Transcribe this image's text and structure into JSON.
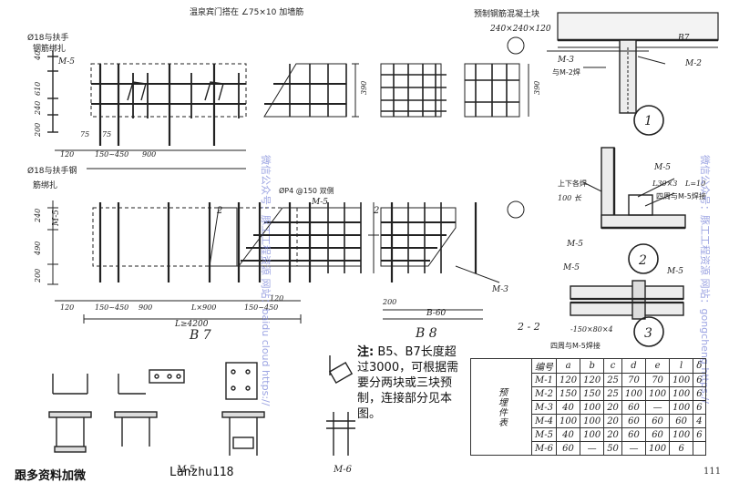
{
  "titles": {
    "top_center": "温泉宾门搭在 ∠75×10 加墙筋",
    "top_right_note": "预制钢筋混凝土块",
    "top_right_dim": "240×240×120"
  },
  "labels": {
    "rebar_a": "Ø18与扶手",
    "bind_a": "钢筋绑扎",
    "rebar_b": "Ø18与扶手钢",
    "bind_b": "筋绑扎",
    "phi4": "ØP4 @150 双侧",
    "weld_up": "上下各焊",
    "len100": "100 长",
    "weld_m5a": "四周与M-5焊接",
    "weld_m5b": "四周与M-5焊接",
    "m2_weld": "与M-2焊",
    "plate": "-150×80×4",
    "angle": "L30×3",
    "l10": "L=10"
  },
  "marks": {
    "m5": "M-5",
    "m3": "M-3",
    "m2": "M-2",
    "m6": "M-6",
    "b7": "B7",
    "b7_big": "B 7",
    "b8": "B 8",
    "b8_dim": "B-60",
    "c1": "1",
    "c2": "2",
    "c3": "3",
    "sec22": "2 - 2",
    "sec2": "2"
  },
  "dims": {
    "d120": "120",
    "d75a": "75",
    "d75b": "75",
    "d150_450a": "150~450",
    "d900a": "900",
    "d150_450b": "150~450",
    "d900b": "900",
    "dL900": "L×900",
    "dL4200": "L≥4200",
    "d200": "200",
    "d390a": "390",
    "d390b": "390",
    "d40": "40",
    "d610": "610",
    "d240": "240",
    "d200b": "200",
    "d240b": "240",
    "d490": "490",
    "d200c": "200",
    "d120b": "120",
    "d150_450c": "150~450",
    "d120c": "120",
    "d200d": "200"
  },
  "note": {
    "prefix": "注:",
    "text": "B5、B7长度超过3000，可根据需要分两块或三块预制，连接部分见本图。"
  },
  "table": {
    "side_label": "预埋件表",
    "headers": [
      "编号",
      "a",
      "b",
      "c",
      "d",
      "e",
      "l",
      "δ"
    ],
    "rows": [
      [
        "M-1",
        "120",
        "120",
        "25",
        "70",
        "70",
        "100",
        "6"
      ],
      [
        "M-2",
        "150",
        "150",
        "25",
        "100",
        "100",
        "100",
        "6"
      ],
      [
        "M-3",
        "40",
        "100",
        "20",
        "60",
        "—",
        "100",
        "6"
      ],
      [
        "M-4",
        "100",
        "100",
        "20",
        "60",
        "60",
        "60",
        "4"
      ],
      [
        "M-5",
        "40",
        "100",
        "20",
        "60",
        "60",
        "100",
        "6"
      ],
      [
        "M-6",
        "60",
        "—",
        "50",
        "—",
        "100",
        "6",
        ""
      ]
    ]
  },
  "footer": {
    "left": "跟多资料加微",
    "middle": "Lanzhu118",
    "page": "111"
  },
  "watermarks": {
    "left_vertical": "微信公众号：豚工工程资源 网站：baidu cloud  https://",
    "right_vertical": "微信公众号：豚工工程资源 网站：gongcheng https://"
  },
  "colors": {
    "ink": "#222222",
    "watermark": "#7b86d9",
    "paper": "#ffffff"
  }
}
